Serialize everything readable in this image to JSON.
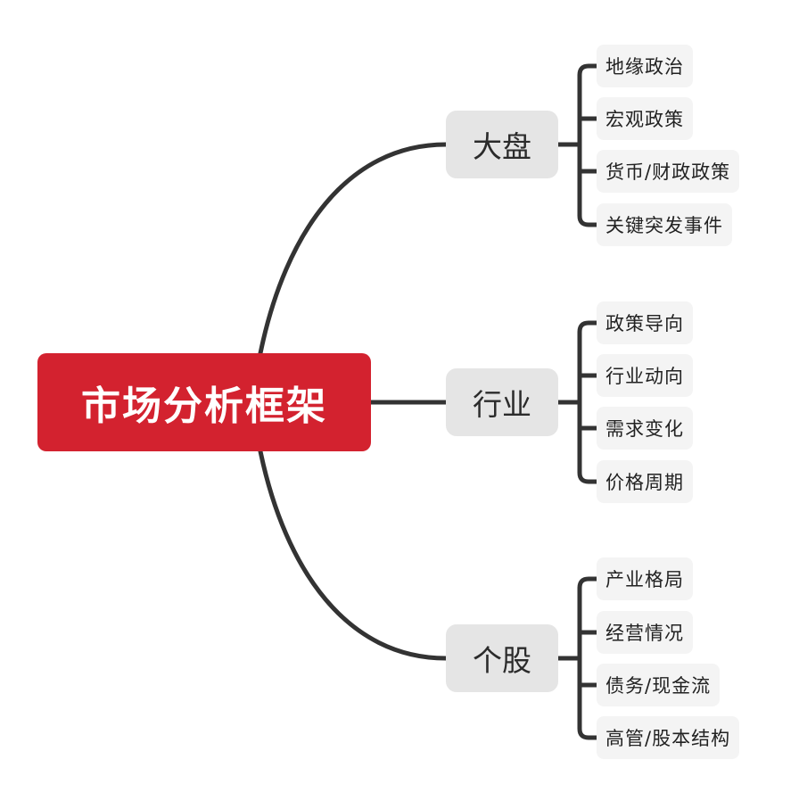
{
  "root": {
    "label": "市场分析框架"
  },
  "branches": [
    {
      "label": "大盘",
      "leaves": [
        "地缘政治",
        "宏观政策",
        "货币/财政政策",
        "关键突发事件"
      ]
    },
    {
      "label": "行业",
      "leaves": [
        "政策导向",
        "行业动向",
        "需求变化",
        "价格周期"
      ]
    },
    {
      "label": "个股",
      "leaves": [
        "产业格局",
        "经营情况",
        "债务/现金流",
        "高管/股本结构"
      ]
    }
  ],
  "colors": {
    "root": "#d3222f",
    "branch": "#e5e5e5",
    "leaf": "#f4f4f4",
    "line": "#333333"
  }
}
